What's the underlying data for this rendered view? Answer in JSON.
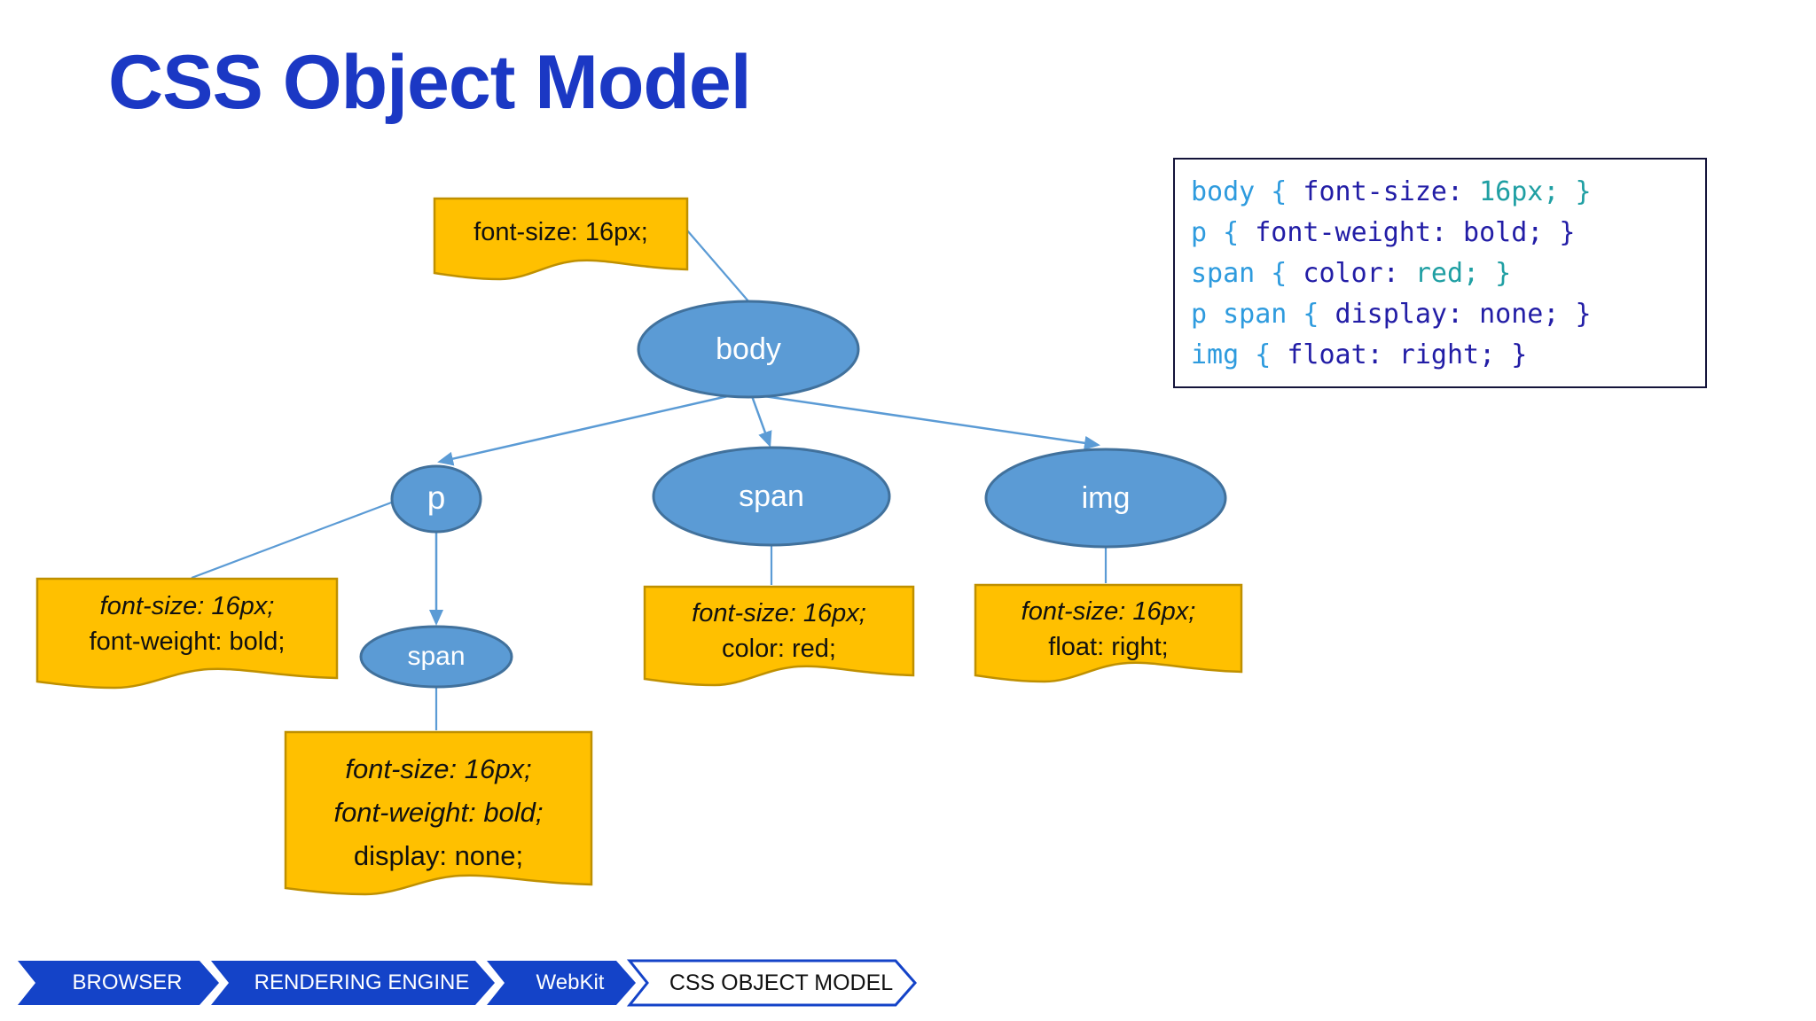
{
  "slide": {
    "title": "CSS Object Model"
  },
  "colors": {
    "title_blue": "#1b38c4",
    "chevron_blue": "#1443c8",
    "node_fill": "#5b9bd5",
    "node_stroke": "#41719c",
    "note_fill": "#ffc000",
    "note_stroke": "#bf9000",
    "connector_blue": "#5b9bd5",
    "code_selector_blue": "#2e9bde",
    "code_property_navy": "#221da6",
    "code_value_teal": "#1f9fa3",
    "code_border": "#14143a"
  },
  "code_panel": {
    "lines": [
      {
        "selector": "body {",
        "property": " font-size: ",
        "value": "16px; }"
      },
      {
        "selector": "p {",
        "property": " font-weight: bold; }",
        "value": ""
      },
      {
        "selector": "span {",
        "property": " color: ",
        "value": "red; }"
      },
      {
        "selector": "p span {",
        "property": " display: none; }",
        "value": ""
      },
      {
        "selector": "img {",
        "property": " float: right; }",
        "value": ""
      }
    ]
  },
  "tree": {
    "nodes": {
      "body": "body",
      "p": "p",
      "span_in_body": "span",
      "img": "img",
      "span_in_p": "span"
    },
    "notes": {
      "body": {
        "lines": [
          {
            "text": "font-size: 16px;",
            "italic": false
          }
        ]
      },
      "p": {
        "lines": [
          {
            "text": "font-size: 16px;",
            "italic": true
          },
          {
            "text": "font-weight: bold;",
            "italic": false
          }
        ]
      },
      "span_in_body": {
        "lines": [
          {
            "text": "font-size: 16px;",
            "italic": true
          },
          {
            "text": "color: red;",
            "italic": false
          }
        ]
      },
      "img": {
        "lines": [
          {
            "text": "font-size: 16px;",
            "italic": true
          },
          {
            "text": "float: right;",
            "italic": false
          }
        ]
      },
      "span_in_p": {
        "lines": [
          {
            "text": "font-size: 16px;",
            "italic": true
          },
          {
            "text": "font-weight: bold;",
            "italic": true
          },
          {
            "text": "display: none;",
            "italic": false
          }
        ]
      }
    }
  },
  "breadcrumb": {
    "items": [
      {
        "label": "BROWSER",
        "style": "filled"
      },
      {
        "label": "RENDERING ENGINE",
        "style": "filled"
      },
      {
        "label": "WebKit",
        "style": "filled"
      },
      {
        "label": "CSS OBJECT MODEL",
        "style": "outlined"
      }
    ]
  }
}
